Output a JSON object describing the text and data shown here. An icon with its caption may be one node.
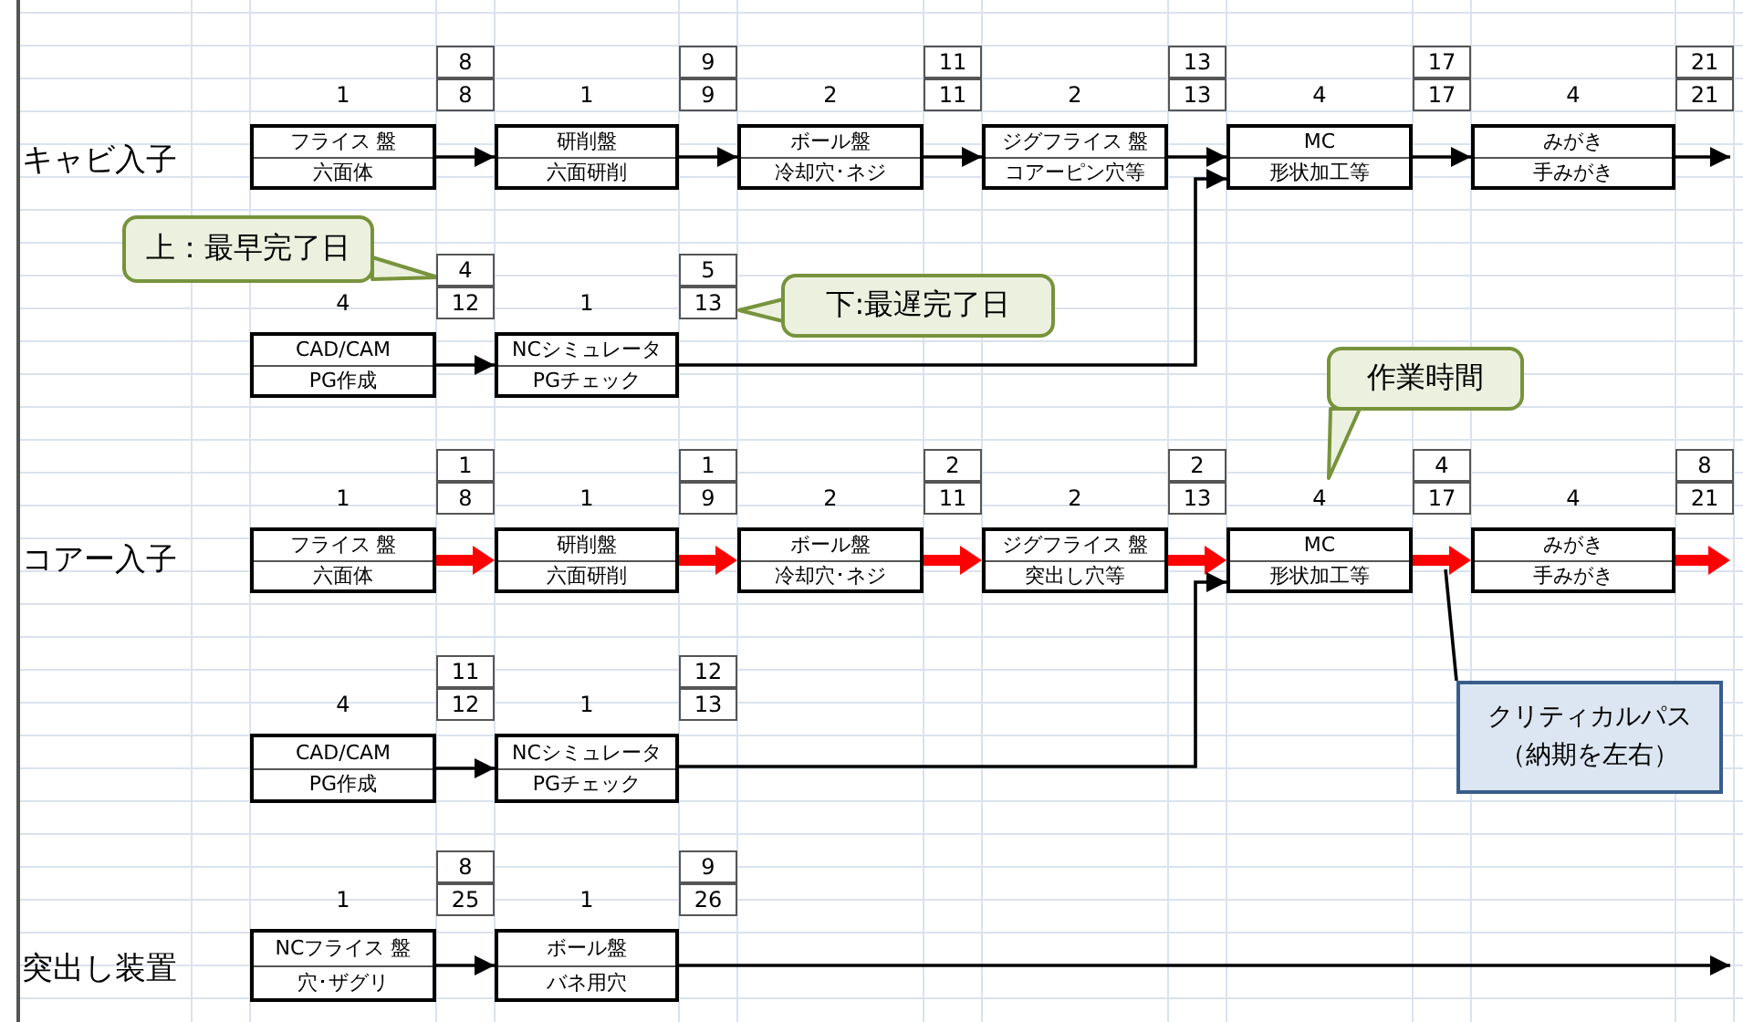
{
  "diagram": {
    "nodes": [
      {
        "text": [
          "フライス 盤",
          "六面体"
        ],
        "beside": [
          "1",
          "8",
          "8"
        ]
      },
      {
        "text": [
          "研削盤",
          "六面研削"
        ],
        "beside": [
          "1",
          "9",
          "9"
        ]
      },
      {
        "text": [
          "ボール盤",
          "冷却穴･ネジ"
        ],
        "beside": [
          "2",
          "11",
          "11"
        ]
      },
      {
        "text": [
          "ジグフライス 盤",
          "コアーピン穴等"
        ],
        "beside": [
          "2",
          "13",
          "13"
        ]
      },
      {
        "text": [
          "MC",
          "形状加工等"
        ],
        "beside": [
          "4",
          "17",
          "17"
        ]
      },
      {
        "text": [
          "みがき",
          "手みがき"
        ],
        "beside": [
          "4",
          "21",
          "21"
        ]
      },
      {
        "text": [
          "CAD/CAM",
          "PG作成"
        ],
        "beside": [
          "4",
          "4",
          "12"
        ]
      },
      {
        "text": [
          "NCシミュレータ",
          "PGチェック"
        ],
        "beside": [
          "1",
          "5",
          "13"
        ]
      },
      {
        "text": [
          "フライス 盤",
          "六面体"
        ],
        "beside": [
          "1",
          "1",
          "8"
        ]
      },
      {
        "text": [
          "研削盤",
          "六面研削"
        ],
        "beside": [
          "1",
          "1",
          "9"
        ]
      },
      {
        "text": [
          "ボール盤",
          "冷却穴･ネジ"
        ],
        "beside": [
          "2",
          "2",
          "11"
        ]
      },
      {
        "text": [
          "ジグフライス 盤",
          "突出し穴等"
        ],
        "beside": [
          "2",
          "2",
          "13"
        ]
      },
      {
        "text": [
          "MC",
          "形状加工等"
        ],
        "beside": [
          "4",
          "4",
          "17"
        ]
      },
      {
        "text": [
          "みがき",
          "手みがき"
        ],
        "beside": [
          "4",
          "8",
          "21"
        ]
      },
      {
        "text": [
          "CAD/CAM",
          "PG作成"
        ],
        "beside": [
          "4",
          "11",
          "12"
        ]
      },
      {
        "text": [
          "NCシミュレータ",
          "PGチェック"
        ],
        "beside": [
          "1",
          "12",
          "13"
        ]
      },
      {
        "text": [
          "NCフライス 盤",
          "穴･ザグリ"
        ],
        "beside": [
          "1",
          "8",
          "25"
        ]
      },
      {
        "text": [
          "ボール盤",
          "バネ用穴"
        ],
        "beside": [
          "1",
          "9",
          "26"
        ]
      },
      {
        "text": [
          "上：最早完了日"
        ]
      },
      {
        "text": [
          "下:最遅完了日"
        ]
      },
      {
        "text": [
          "作業時間"
        ]
      },
      {
        "text": [
          "クリティカルパス（納期を左右）"
        ]
      }
    ],
    "edges": [
      {
        "from": 0,
        "to": 1,
        "arrow": "to"
      },
      {
        "from": 1,
        "to": 2,
        "arrow": "to"
      },
      {
        "from": 2,
        "to": 3,
        "arrow": "to"
      },
      {
        "from": 3,
        "to": 4,
        "arrow": "to"
      },
      {
        "from": 4,
        "to": 5,
        "arrow": "to"
      },
      {
        "from": 5,
        "to": null,
        "arrow": "to"
      },
      {
        "from": 6,
        "to": 7,
        "arrow": "to"
      },
      {
        "from": 7,
        "to": 4,
        "arrow": "to"
      },
      {
        "from": 8,
        "to": 9,
        "arrow": "to",
        "style": "thick",
        "color": "#ff0000"
      },
      {
        "from": 9,
        "to": 10,
        "arrow": "to",
        "style": "thick",
        "color": "#ff0000"
      },
      {
        "from": 10,
        "to": 11,
        "arrow": "to",
        "style": "thick",
        "color": "#ff0000"
      },
      {
        "from": 11,
        "to": 12,
        "arrow": "to",
        "style": "thick",
        "color": "#ff0000"
      },
      {
        "from": 12,
        "to": 13,
        "arrow": "to",
        "style": "thick",
        "color": "#ff0000"
      },
      {
        "from": 13,
        "to": null,
        "arrow": "to",
        "style": "thick",
        "color": "#ff0000"
      },
      {
        "from": 14,
        "to": 15,
        "arrow": "to"
      },
      {
        "from": 15,
        "to": 12,
        "arrow": "to"
      },
      {
        "from": 16,
        "to": 17,
        "arrow": "to"
      },
      {
        "from": 17,
        "to": null,
        "arrow": "to"
      },
      {
        "from": 18,
        "to": null,
        "arrow": "to"
      },
      {
        "from": 19,
        "to": null,
        "arrow": "to"
      },
      {
        "from": 20,
        "to": null,
        "arrow": "to"
      },
      {
        "from": 21,
        "to": null,
        "arrow": "none"
      }
    ],
    "labels": [
      "キャビ入子",
      "コアー入子",
      "突出し装置"
    ]
  }
}
